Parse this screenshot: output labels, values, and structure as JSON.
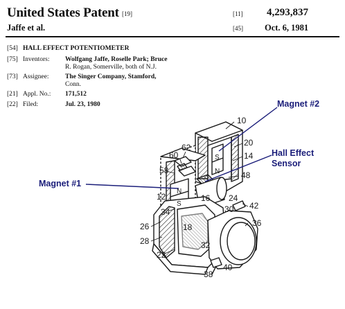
{
  "header": {
    "title": "United States Patent",
    "title_code": "[19]",
    "inventor_short": "Jaffe et al.",
    "patent_code": "[11]",
    "patent_number": "4,293,837",
    "date_code": "[45]",
    "date": "Oct. 6, 1981"
  },
  "fields": {
    "f54_code": "[54]",
    "f54_value": "HALL EFFECT POTENTIOMETER",
    "f75_code": "[75]",
    "f75_label": "Inventors:",
    "f75_line1": "Wolfgang Jaffe, Roselle Park; Bruce",
    "f75_line2": "R. Rogan, Somerville, both of N.J.",
    "f73_code": "[73]",
    "f73_label": "Assignee:",
    "f73_line1": "The Singer Company, Stamford,",
    "f73_line2": "Conn.",
    "f21_code": "[21]",
    "f21_label": "Appl. No.:",
    "f21_value": "171,512",
    "f22_code": "[22]",
    "f22_label": "Filed:",
    "f22_value": "Jul. 23, 1980"
  },
  "callouts": {
    "magnet2": "Magnet #2",
    "hall_line1": "Hall Effect",
    "hall_line2": "Sensor",
    "magnet1": "Magnet #1"
  },
  "drawing": {
    "ref_10": "10",
    "ref_20": "20",
    "ref_14": "14",
    "ref_62": "62",
    "ref_60": "60",
    "ref_58": "58",
    "ref_48": "48",
    "ref_12": "12",
    "ref_16": "16",
    "ref_24": "24",
    "ref_42": "42",
    "ref_34": "34",
    "ref_30": "30",
    "ref_36": "36",
    "ref_26": "26",
    "ref_18": "18",
    "ref_28": "28",
    "ref_32": "32",
    "ref_22": "22",
    "ref_40": "40",
    "ref_38": "38",
    "pole_s_top": "S",
    "pole_n_top": "N",
    "pole_n_left": "N",
    "pole_s_left": "S",
    "line_color": "#1a1a1a",
    "callout_color": "#1b1e7a"
  }
}
